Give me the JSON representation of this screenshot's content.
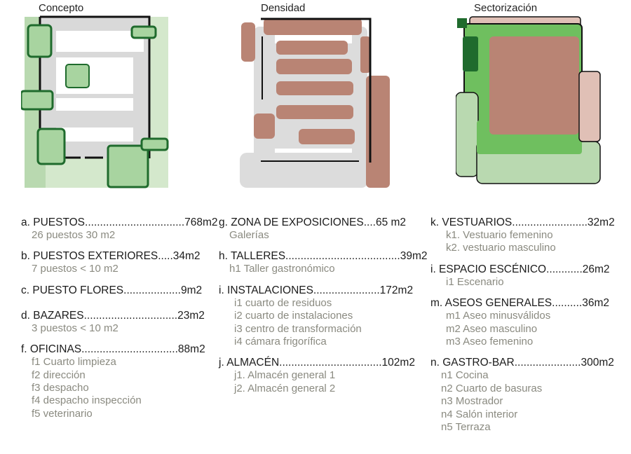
{
  "panels": [
    {
      "title": "Concepto"
    },
    {
      "title": "Densidad"
    },
    {
      "title": "Sectorización"
    }
  ],
  "colors": {
    "light_green": "#b9d9b0",
    "mid_green": "#8fcf7f",
    "box_green": "#a8d4a0",
    "dark_green": "#1f6b2d",
    "grey": "#dcdcdc",
    "brown": "#b98474",
    "pink": "#e0c0b6",
    "bright_green": "#6fbf5f"
  },
  "columns": [
    [
      {
        "head": "a. PUESTOS.................................768m2",
        "subs": [
          "26 puestos    30 m2"
        ]
      },
      {
        "head": "b. PUESTOS EXTERIORES.....34m2",
        "subs": [
          " 7 puestos < 10 m2"
        ]
      },
      {
        "head": "c. PUESTO FLORES...................9m2",
        "subs": []
      },
      {
        "head": "d. BAZARES...............................23m2",
        "subs": [
          "3 puestos < 10 m2"
        ]
      },
      {
        "head": "f. OFICINAS................................88m2",
        "subs": [
          "f1 Cuarto limpieza",
          "f2 dirección",
          "f3 despacho",
          "f4 despacho inspección",
          "f5 veterinario"
        ]
      }
    ],
    [
      {
        "head": "g. ZONA DE EXPOSICIONES....65 m2",
        "subs": [
          "Galerías"
        ]
      },
      {
        "head": "h. TALLERES......................................39m2",
        "subs": [
          "h1 Taller gastronómico"
        ]
      },
      {
        "head": "i. INSTALACIONES......................172m2",
        "subs": [
          "i1 cuarto de residuos",
          "i2 cuarto de instalaciones",
          "i3 centro de transformación",
          "i4 cámara frigorífica"
        ]
      },
      {
        "head": "j. ALMACÉN..................................102m2",
        "subs": [
          "j1. Almacén general 1",
          "j2. Almacén general 2"
        ]
      }
    ],
    [
      {
        "head": "k. VESTUARIOS.........................32m2",
        "subs": [
          "k1. Vestuario femenino",
          "k2. vestuario masculino"
        ]
      },
      {
        "head": "i. ESPACIO ESCÉNICO............26m2",
        "subs": [
          "i1 Escenario"
        ]
      },
      {
        "head": "m. ASEOS GENERALES..........36m2",
        "subs": [
          "m1 Aseo minusválidos",
          "m2 Aseo masculino",
          "m3 Aseo femenino"
        ]
      },
      {
        "head": "n. GASTRO-BAR......................300m2",
        "subs": [
          "n1 Cocina",
          "n2 Cuarto de basuras",
          "n3 Mostrador",
          "n4 Salón interior",
          "n5 Terraza"
        ]
      }
    ]
  ]
}
